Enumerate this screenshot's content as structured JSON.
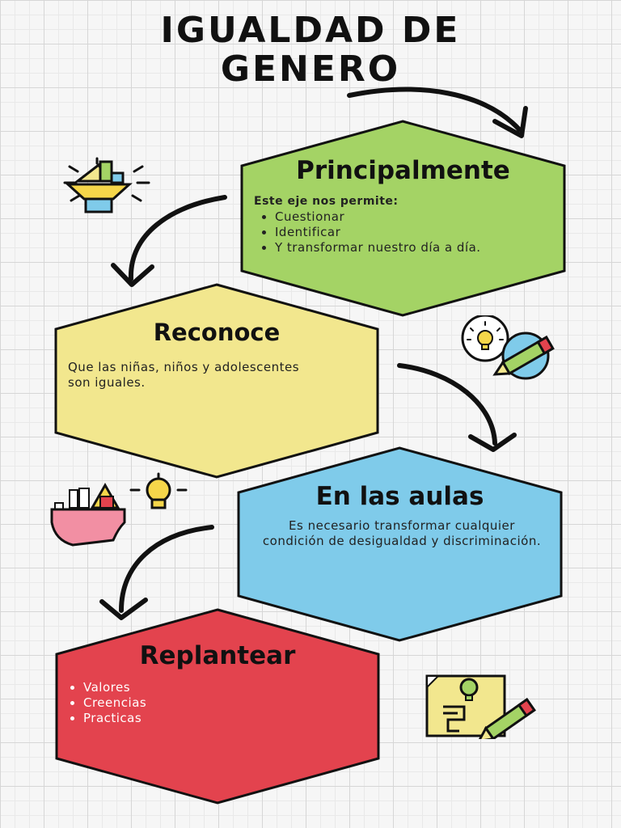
{
  "title": {
    "line1": "IGUALDAD DE",
    "line2": "GENERO"
  },
  "colors": {
    "green": "#a4d365",
    "yellow": "#f2e78e",
    "blue": "#7fcbea",
    "red": "#e3434e",
    "outline": "#111111"
  },
  "steps": [
    {
      "title": "Principalmente",
      "lead": "Este eje nos permite:",
      "items": [
        "Cuestionar",
        "Identificar",
        "Y transformar nuestro día a día."
      ]
    },
    {
      "title": "Reconoce",
      "text": "Que las niñas, niños y adolescentes son iguales."
    },
    {
      "title": "En las aulas",
      "text": "Es necesario transformar cualquier  condición de desigualdad y discriminación."
    },
    {
      "title": "Replantear",
      "items": [
        "Valores",
        "Creencias",
        "Practicas"
      ]
    }
  ],
  "icons": [
    "lightbulb-icon",
    "lightbulb-pencil-icon",
    "lightbulb-sink-icon",
    "document-pencil-icon"
  ]
}
